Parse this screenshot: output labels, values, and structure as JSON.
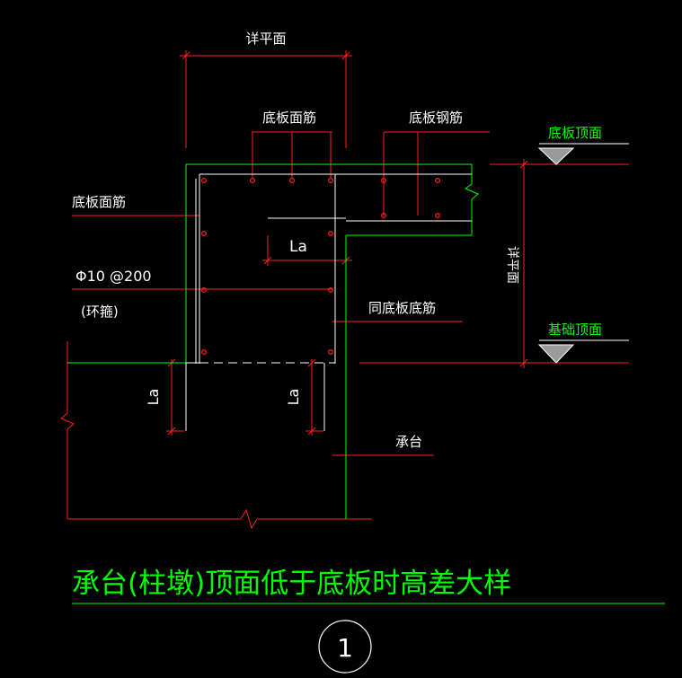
{
  "labels": {
    "detail_plan_top": "详平面",
    "slab_top_rebar_top": "底板面筋",
    "slab_rebar": "底板钢筋",
    "slab_top_elev": "底板顶面",
    "slab_top_rebar_left": "底板面筋",
    "la_horizontal": "La",
    "stirrup_spec": "Φ10 @200",
    "stirrup_note": "(环箍)",
    "detail_plan_vertical": "详平面",
    "same_as_slab_bottom": "同底板底筋",
    "foundation_top_elev": "基础顶面",
    "la_left": "La",
    "la_right": "La",
    "pile_cap": "承台",
    "title": "承台(柱墩)顶面低于底板时高差大样",
    "detail_number": "1"
  },
  "colors": {
    "background": "#000000",
    "dimension": "#ff2020",
    "concrete": "#00ff00",
    "rebar": "#ffffff",
    "text": "#ffffff",
    "title": "#00ff00",
    "elev_marker": "#9a9a9a"
  }
}
